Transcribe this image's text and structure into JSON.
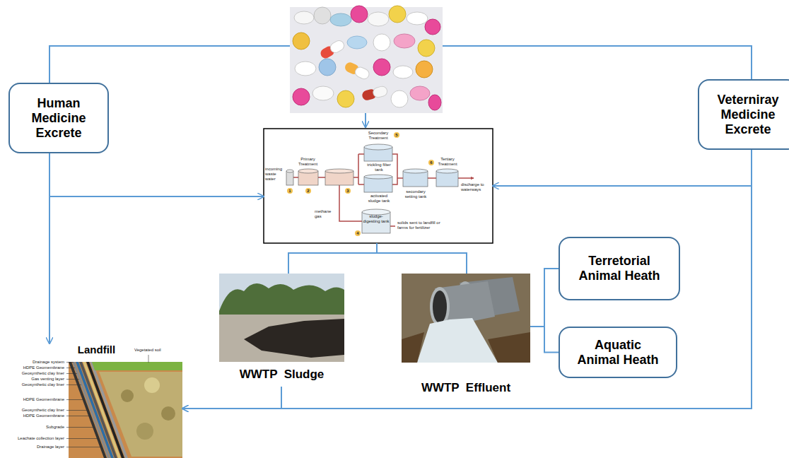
{
  "diagram": {
    "nodes": [
      {
        "text": [
          "Human Medicine Excrete"
        ]
      },
      {
        "text": [
          "Veterniray Medicine Excrete"
        ]
      },
      {
        "text": [
          "Secondary Treatment",
          "Primary Treatment",
          "Tertiary Treatment",
          "incoming waste water",
          "trickling filter tank",
          "activated sludge tank",
          "secondary setting tank",
          "discharge to waterways",
          "methane gas",
          "sludge-digesting tank",
          "solids sent to landfill or farms for fertilizer",
          "1",
          "2",
          "3",
          "4",
          "5",
          "6"
        ]
      },
      {
        "text": [
          "WWTP  Sludge"
        ]
      },
      {
        "text": [
          "WWTP  Effluent"
        ]
      },
      {
        "text": [
          "Terretorial Animal Heath"
        ]
      },
      {
        "text": [
          "Aquatic Animal Heath"
        ]
      },
      {
        "text": [
          "Landfill",
          "Drainage system",
          "HDPE Geomembrane",
          "Geosynthetic clay liner",
          "Gas venting layer",
          "Geosynthetic clay liner",
          "HDPE Geomembrane",
          "Geosynthetic clay liner",
          "HDPE Geomembrane",
          "Subgrade",
          "Leachate collection layer",
          "Drainage layer",
          "Vegetated soil"
        ]
      }
    ],
    "edges": [
      {
        "from": 0,
        "to": 2,
        "arrow": "to"
      },
      {
        "from": 0,
        "to": 7,
        "arrow": "to"
      },
      {
        "from": 1,
        "to": 2,
        "arrow": "to"
      },
      {
        "from": 1,
        "to": 7,
        "arrow": "to"
      },
      {
        "from": 2,
        "to": 3,
        "arrow": "none"
      },
      {
        "from": 2,
        "to": 4,
        "arrow": "none"
      },
      {
        "from": 3,
        "to": 7,
        "arrow": "to"
      },
      {
        "from": 4,
        "to": 5,
        "arrow": "none"
      },
      {
        "from": 4,
        "to": 6,
        "arrow": "none"
      }
    ]
  }
}
